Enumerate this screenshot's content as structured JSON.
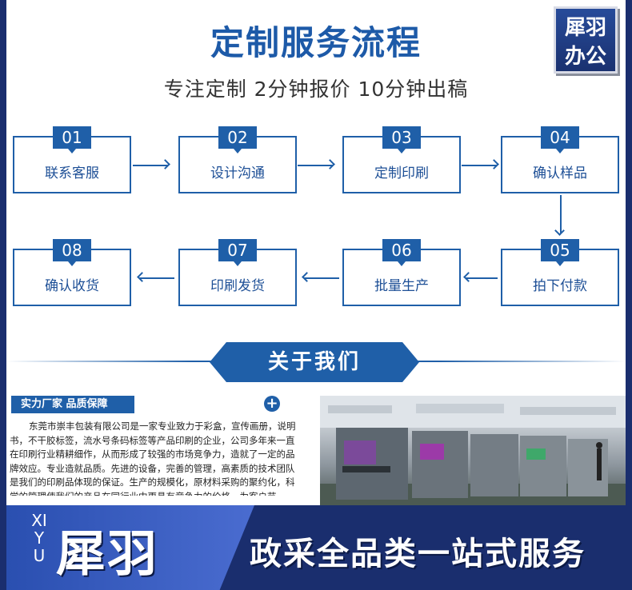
{
  "header": {
    "title": "定制服务流程",
    "subtitle": "专注定制 2分钟报价 10分钟出稿",
    "badge_line1": "犀羽",
    "badge_line2": "办公"
  },
  "steps": [
    {
      "num": "01",
      "label": "联系客服"
    },
    {
      "num": "02",
      "label": "设计沟通"
    },
    {
      "num": "03",
      "label": "定制印刷"
    },
    {
      "num": "04",
      "label": "确认样品"
    },
    {
      "num": "05",
      "label": "拍下付款"
    },
    {
      "num": "06",
      "label": "批量生产"
    },
    {
      "num": "07",
      "label": "印刷发货"
    },
    {
      "num": "08",
      "label": "确认收货"
    }
  ],
  "about": {
    "heading": "关于我们",
    "tagline": "实力厂家 品质保障",
    "plus": "+",
    "description": "东莞市崇丰包装有限公司是一家专业致力于彩盒，宣传画册，说明书，不干胶标签，流水号条码标签等产品印刷的企业，公司多年来一直在印刷行业精耕细作，从而形成了较强的市场竞争力，造就了一定的品牌效应。专业造就品质。先进的设备，完善的管理，高素质的技术团队是我们的印刷品体现的保证。生产的规模化，原材料采购的聚约化，科学的管理使我们的产品在同行业中更具有竞争力的价格，为客户节"
  },
  "footer": {
    "brand_en": "XIYU",
    "brand_cn": "犀羽",
    "slogan": "政采全品类一站式服务"
  },
  "colors": {
    "primary": "#1f5fa8",
    "dark_navy": "#1a2e6e",
    "accent": "#4a6cd0"
  }
}
